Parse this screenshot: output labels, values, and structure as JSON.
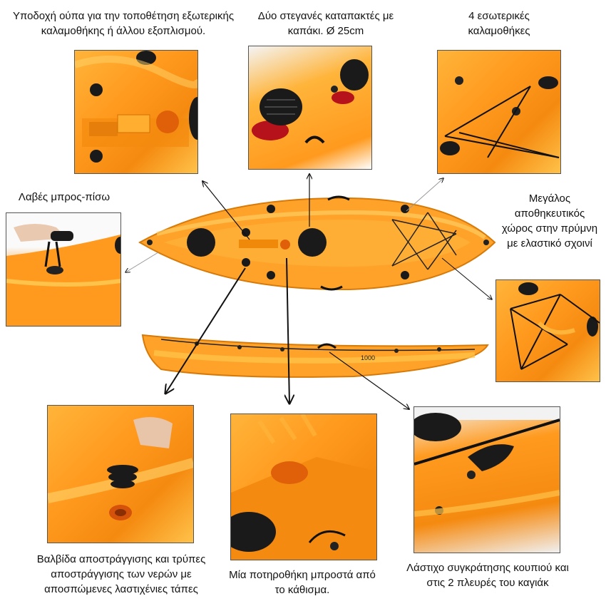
{
  "captions": {
    "cup_holder_mount": "Υποδοχή ούπα για την τοποθέτηση εξωτερικής καλαμοθήκης ή άλλου εξοπλισμού.",
    "hatches": "Δύο στεγανές καταπακτές με καπάκι. Ø 25cm",
    "rod_holders": "4 εσωτερικές καλαμοθήκες",
    "handles": "Λαβές μπρος-πίσω",
    "stern_storage": "Μεγάλος αποθηκευτικός χώρος στην πρύμνη με ελαστικό σχοινί",
    "drain_valve": "Βαλβίδα αποστράγγισης και τρύπες αποστράγγισης των νερών με αποσπώμενες λαστιχένιες τάπες",
    "drink_holder": "Μία ποτηροθήκη μπροστά από το κάθισμα.",
    "paddle_bungee": "Λάστιχο συγκράτησης κουπιού και στις 2 πλευρές του καγιάκ"
  },
  "colors": {
    "hull_orange": "#ff9d1f",
    "hull_yellow": "#ffc84a",
    "hatch_black": "#1a1a1a",
    "arrow": "#111111"
  }
}
